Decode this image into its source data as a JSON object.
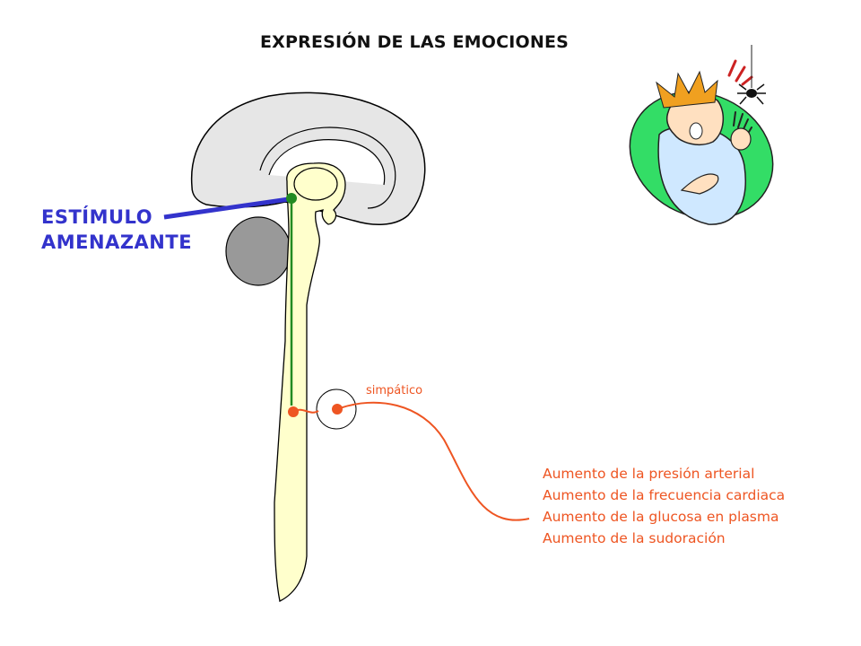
{
  "title": "EXPRESIÓN DE LAS EMOCIONES",
  "stimulus": {
    "line1": "ESTÍMULO",
    "line2": "AMENAZANTE"
  },
  "sympathetic_label": "simpático",
  "effects": [
    "Aumento de la presión arterial",
    "Aumento de la frecuencia cardiaca",
    "Aumento de la glucosa en plasma",
    "Aumento de la sudoración"
  ],
  "colors": {
    "stimulus": "#3333cc",
    "pathway_central": "#228b22",
    "pathway_sympathetic": "#ee5522",
    "brainstem_fill": "#ffffcc",
    "cortex_fill": "#e6e6e6",
    "cerebellum_fill": "#999999",
    "figure_background": "#33dd66"
  },
  "icons": [
    "brain-sagittal-section",
    "frightened-person-clipart",
    "spider-icon"
  ]
}
